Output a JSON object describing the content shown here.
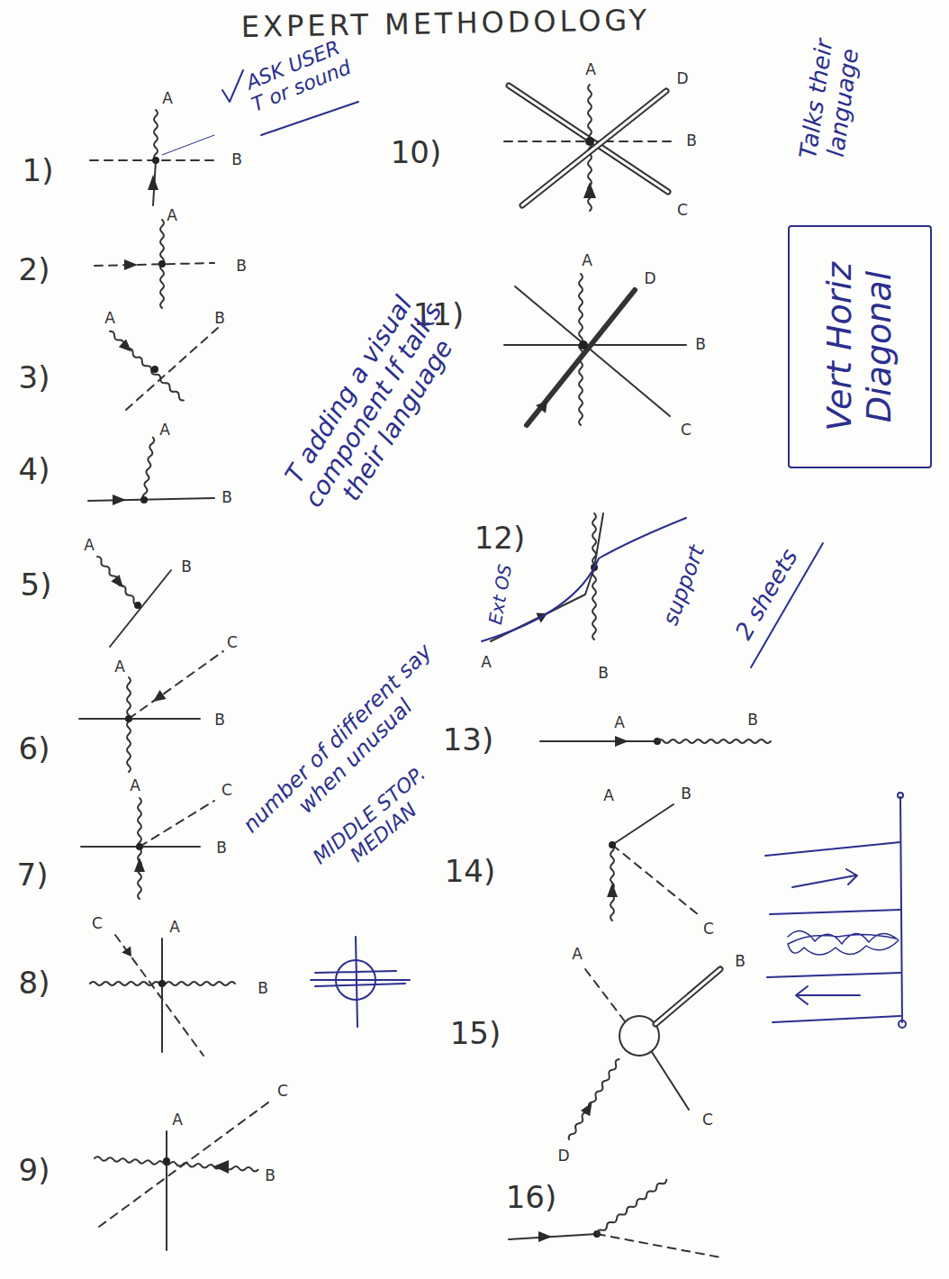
{
  "diagram": {
    "title": "EXPERT METHODOLOGY",
    "nodes": [
      {
        "text": [
          "Vert Horiz Diagonal"
        ]
      }
    ],
    "labels": [
      "ASK USER T or sound",
      "Talks their language",
      "1)",
      "A",
      "B",
      "2)",
      "A",
      "B",
      "3)",
      "A",
      "B",
      "4)",
      "A",
      "B",
      "5)",
      "A",
      "B",
      "6)",
      "A",
      "C",
      "B",
      "7)",
      "A",
      "C",
      "B",
      "8)",
      "C",
      "A",
      "B",
      "9)",
      "A",
      "C",
      "B",
      "10)",
      "A",
      "D",
      "B",
      "C",
      "11)",
      "A",
      "D",
      "B",
      "C",
      "T adding a visual component If talks their language",
      "12)",
      "Ext OS",
      "A",
      "B",
      "support",
      "2 sheets",
      "number of different say when unusual",
      "MIDDLE STOP. MEDIAN",
      "13)",
      "A",
      "B",
      "14)",
      "A",
      "B",
      "C",
      "15)",
      "A",
      "B",
      "C",
      "D",
      "16)"
    ]
  }
}
